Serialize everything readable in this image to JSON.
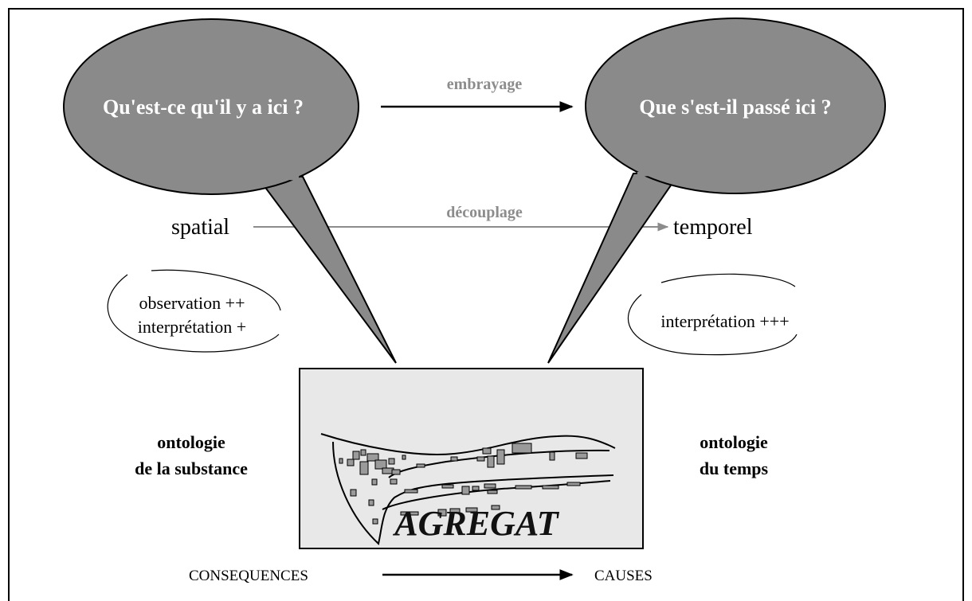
{
  "questions": {
    "left": "Qu'est-ce qu'il y a ici ?",
    "right": "Que s'est-il passé ici ?"
  },
  "links": {
    "embrayage": "embrayage",
    "decouplage": "découplage"
  },
  "axis": {
    "spatial": "spatial",
    "temporel": "temporel"
  },
  "notes": {
    "left_line1": "observation ++",
    "left_line2": "interprétation +",
    "right_line1": "interprétation +++"
  },
  "ontologies": {
    "left_line1": "ontologie",
    "left_line2": "de la substance",
    "right_line1": "ontologie",
    "right_line2": "du temps"
  },
  "center": {
    "title": "AGREGAT"
  },
  "bottom": {
    "consequences": "CONSEQUENCES",
    "causes": "CAUSES"
  },
  "colors": {
    "bubble_fill": "#8a8a8a",
    "box_fill": "#e8e8e8",
    "link_gray": "#8c8c8c"
  }
}
